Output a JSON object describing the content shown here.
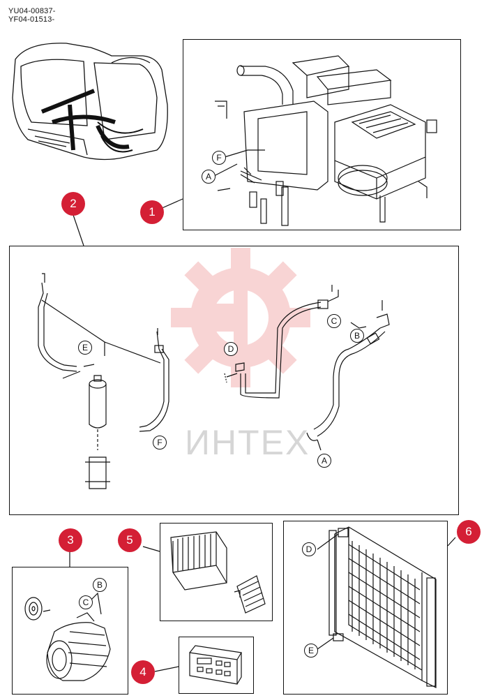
{
  "header": {
    "code_line_1": "YU04-00837-",
    "code_line_2": "YF04-01513-"
  },
  "watermark": {
    "text": "ИНТЕХ",
    "color": "#f3b0b0"
  },
  "badge_color": "#d41f35",
  "badges": [
    "1",
    "2",
    "3",
    "4",
    "5",
    "6"
  ],
  "labels": {
    "p1_f": "F",
    "p1_a": "A",
    "p2_e": "E",
    "p2_f": "F",
    "p2_d": "D",
    "p2_c": "C",
    "p2_b": "B",
    "p2_a": "A",
    "p3_b": "B",
    "p3_c": "C",
    "p6_d": "D",
    "p6_e": "E"
  }
}
